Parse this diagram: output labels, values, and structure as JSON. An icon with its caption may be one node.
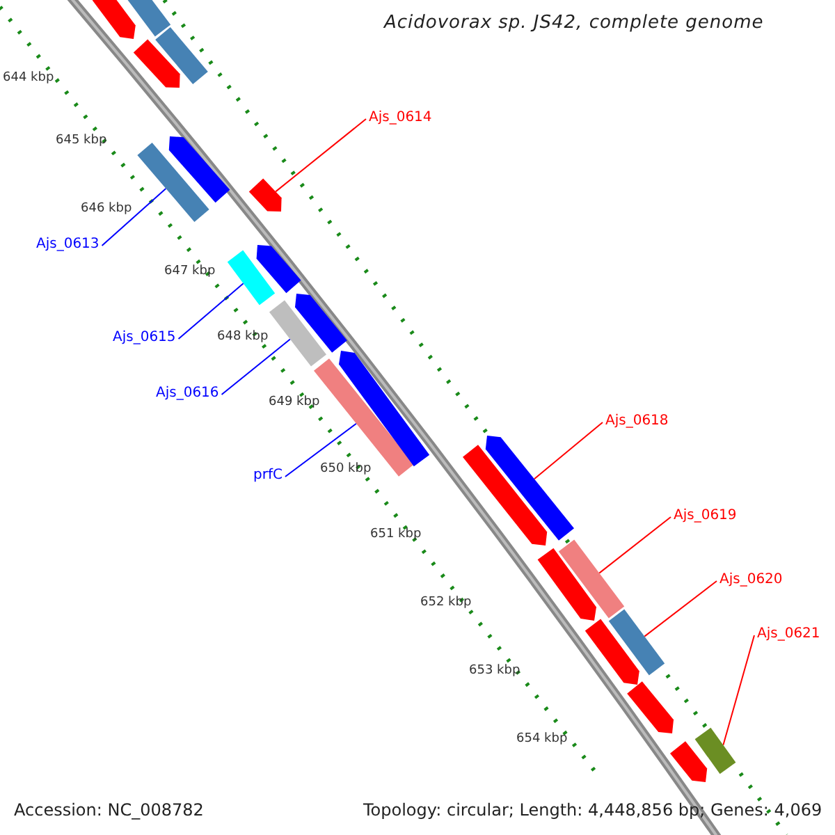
{
  "diagram": {
    "title": "Acidovorax sp. JS42, complete genome",
    "nodes": [
      {
        "text": [
          "Ajs_0614"
        ]
      },
      {
        "text": [
          "Ajs_0613"
        ]
      },
      {
        "text": [
          "Ajs_0615"
        ]
      },
      {
        "text": [
          "Ajs_0616"
        ]
      },
      {
        "text": [
          "prfC"
        ]
      },
      {
        "text": [
          "Ajs_0618"
        ]
      },
      {
        "text": [
          "Ajs_0619"
        ]
      },
      {
        "text": [
          "Ajs_0620"
        ]
      },
      {
        "text": [
          "Ajs_0621"
        ]
      },
      {
        "text": [],
        "shape": "bar"
      },
      {
        "text": [],
        "shape": "bar"
      },
      {
        "text": [],
        "shape": "bar"
      },
      {
        "text": [],
        "shape": "bar"
      },
      {
        "text": [],
        "shape": "bar"
      },
      {
        "text": [],
        "shape": "bar"
      },
      {
        "text": [],
        "shape": "bar"
      },
      {
        "text": [],
        "shape": "bar"
      },
      {
        "text": [],
        "shape": "bar"
      },
      {
        "text": [],
        "shape": "bar"
      },
      {
        "text": [],
        "shape": "bar"
      },
      {
        "text": [],
        "shape": "bar"
      },
      {
        "text": [],
        "shape": "bar"
      },
      {
        "text": [],
        "shape": "bar"
      },
      {
        "text": [],
        "shape": "bar"
      },
      {
        "text": [],
        "shape": "bar"
      },
      {
        "text": [],
        "shape": "bar"
      },
      {
        "text": [],
        "shape": "bar"
      },
      {
        "text": [],
        "shape": "bar"
      },
      {
        "text": [],
        "shape": "bar"
      },
      {
        "text": [],
        "shape": "bar"
      },
      {
        "text": [],
        "shape": "bar"
      }
    ],
    "edges": [
      {
        "from": 0,
        "to": 10,
        "arrow": "none"
      },
      {
        "from": 1,
        "to": 9,
        "arrow": "none",
        "color": "#0000ff"
      },
      {
        "from": 2,
        "to": 11,
        "arrow": "none",
        "color": "#0000ff"
      },
      {
        "from": 3,
        "to": 12,
        "arrow": "none",
        "color": "#0000ff"
      },
      {
        "from": 4,
        "to": 13,
        "arrow": "none",
        "color": "#0000ff"
      },
      {
        "from": 5,
        "to": 14,
        "arrow": "none"
      },
      {
        "from": 6,
        "to": 15,
        "arrow": "none"
      },
      {
        "from": 7,
        "to": 16,
        "arrow": "none"
      },
      {
        "from": 8,
        "to": 17,
        "arrow": "none"
      }
    ],
    "labels": [
      "644 kbp",
      "645 kbp",
      "646 kbp",
      "647 kbp",
      "648 kbp",
      "649 kbp",
      "650 kbp",
      "651 kbp",
      "652 kbp",
      "653 kbp",
      "654 kbp",
      "Accession: NC_008782",
      "Topology: circular; Length: 4,448,856 bp; Genes: 4,069"
    ]
  }
}
